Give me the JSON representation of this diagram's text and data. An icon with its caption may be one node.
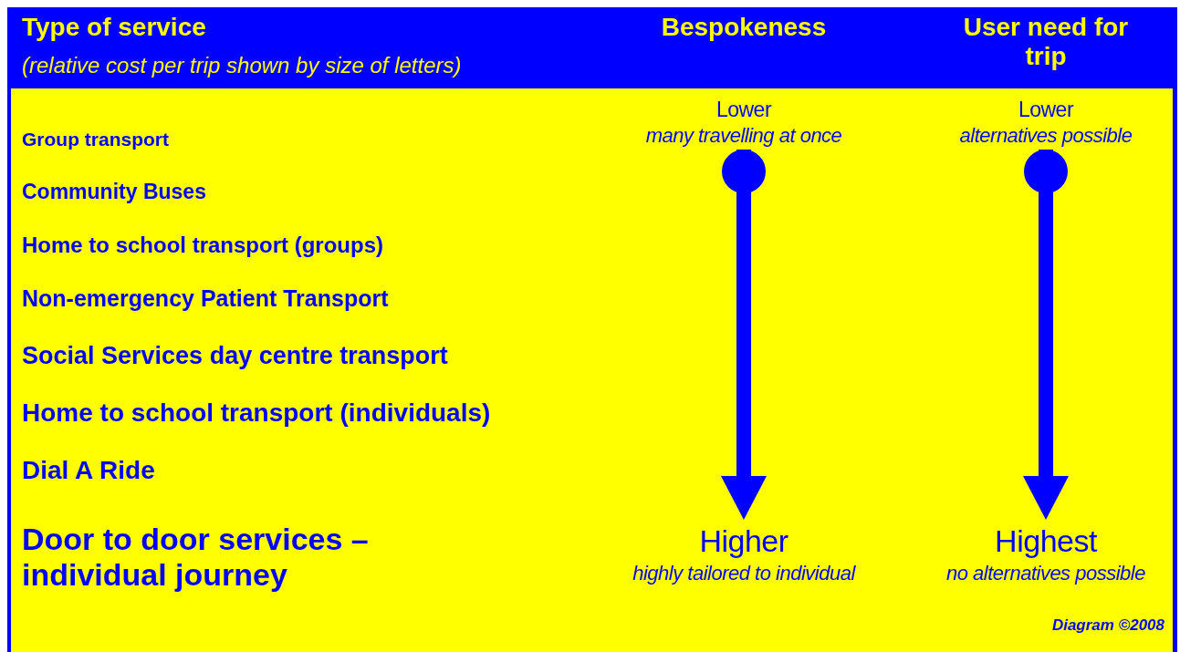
{
  "diagram": {
    "nodes": [
      {
        "text": [
          "Lower",
          "many travelling at once"
        ]
      },
      {
        "text": [
          "Higher",
          "highly tailored to individual"
        ]
      },
      {
        "text": [
          "Lower",
          "alternatives possible"
        ]
      },
      {
        "text": [
          "Highest",
          "no alternatives possible"
        ]
      }
    ],
    "edges": [
      {
        "from": 0,
        "to": 1,
        "arrow": "to"
      },
      {
        "from": 2,
        "to": 3,
        "arrow": "to"
      }
    ],
    "labels": [
      "Type of service",
      "(relative cost per trip shown by size of letters)",
      "Bespokeness",
      "User need for trip",
      "Group transport",
      "Community Buses",
      "Home to school transport (groups)",
      "Non-emergency Patient Transport",
      "Social Services day centre transport",
      "Home to school transport (individuals)",
      "Dial A Ride",
      "Door to door services – individual journey",
      "Diagram ©2008"
    ]
  }
}
